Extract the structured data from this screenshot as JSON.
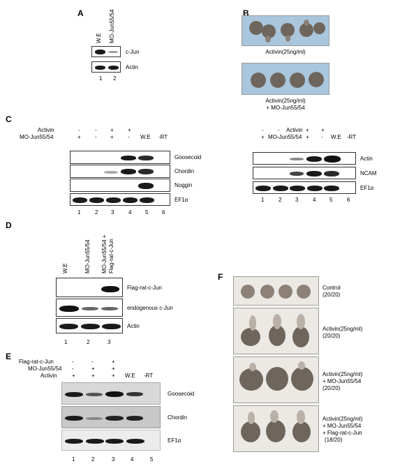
{
  "panels": {
    "A": {
      "label": "A",
      "lanes": [
        "W.E",
        "MO-Jun55/54"
      ],
      "rows": [
        "c-Jun",
        "Actin"
      ],
      "lane_numbers": [
        "1",
        "2"
      ]
    },
    "B": {
      "label": "B",
      "captions": [
        "Activin(25ng/ml)",
        "Activin(25ng/ml)",
        "+ MO-Jun55/54"
      ]
    },
    "C": {
      "label": "C",
      "left": {
        "treat_rows": [
          {
            "name": "Activin",
            "values": [
              "-",
              "-",
              "+",
              "+"
            ]
          },
          {
            "name": "MO-Jun55/54",
            "values": [
              "+",
              "-",
              "+",
              "-"
            ]
          }
        ],
        "extra_lanes": [
          "W.E",
          "-RT"
        ],
        "genes": [
          "Goosecoid",
          "Chordin",
          "Noggin",
          "EF1α"
        ],
        "lane_numbers": [
          "1",
          "2",
          "3",
          "4",
          "5",
          "6"
        ]
      },
      "right": {
        "treat_rows": [
          {
            "name": "Activin",
            "values": [
              "-",
              "-",
              "+",
              "+"
            ]
          },
          {
            "name": "MO-Jun55/54",
            "values": [
              "+",
              "-",
              "+",
              "-"
            ]
          }
        ],
        "extra_lanes": [
          "W.E",
          "-RT"
        ],
        "genes": [
          "Actin",
          "NCAM",
          "EF1α"
        ],
        "lane_numbers": [
          "1",
          "2",
          "3",
          "4",
          "5",
          "6"
        ]
      }
    },
    "D": {
      "label": "D",
      "lanes": [
        "W.E",
        "MO-Jun55/54",
        "MO-Jun55/54 +",
        "Flag-rat-c-Jun"
      ],
      "rows": [
        "Flag-rat-c-Jun",
        "endogenous c-Jun",
        "Actin"
      ],
      "lane_numbers": [
        "1",
        "2",
        "3"
      ]
    },
    "E": {
      "label": "E",
      "treat_rows": [
        {
          "name": "Flag-rat-c-Jun",
          "values": [
            "-",
            "-",
            "+"
          ]
        },
        {
          "name": "MO-Jun55/54",
          "values": [
            "-",
            "+",
            "+"
          ]
        },
        {
          "name": "Activin",
          "values": [
            "+",
            "+",
            "+"
          ]
        }
      ],
      "extra_lanes": [
        "W.E",
        "-RT"
      ],
      "genes": [
        "Goosecoid",
        "Chordin",
        "EF1α"
      ],
      "lane_numbers": [
        "1",
        "2",
        "3",
        "4",
        "5"
      ]
    },
    "F": {
      "label": "F",
      "rows": [
        {
          "lines": [
            "Control",
            "(20/20)"
          ]
        },
        {
          "lines": [
            "Activin(25ng/ml)",
            "(20/20)"
          ]
        },
        {
          "lines": [
            "Activin(25ng/ml)",
            "+ MO-Jun55/54",
            "(20/20)"
          ]
        },
        {
          "lines": [
            "Activin(25ng/ml)",
            "+ MO-Jun55/54",
            "+ Flag-rat-c-Jun",
            "(18/20)"
          ]
        }
      ]
    }
  },
  "colors": {
    "band": "#1a1a1a",
    "photo_bg_blue": "#a9c6dc",
    "embryo": "#6e655d"
  }
}
